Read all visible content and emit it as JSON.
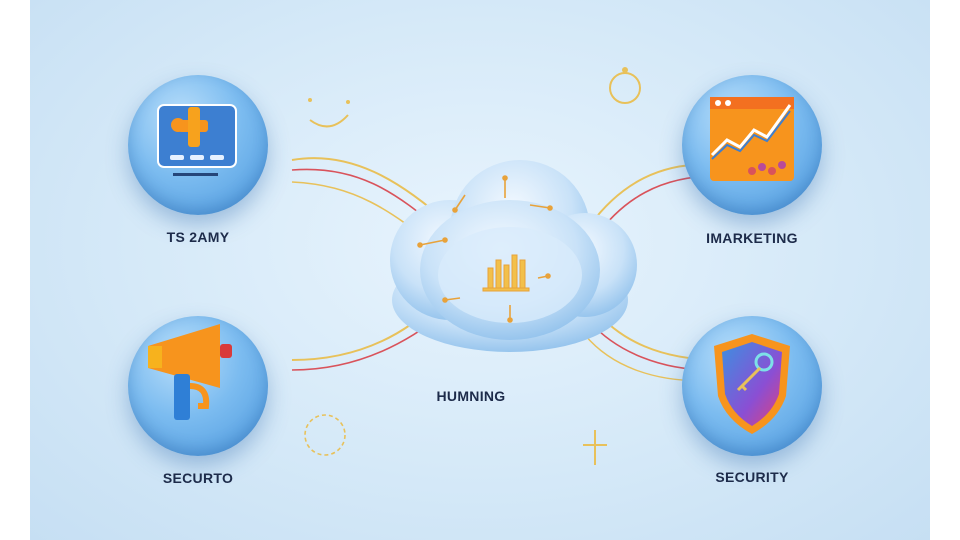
{
  "nodes": {
    "top_left": {
      "label": "TS 2AMY",
      "icon": "toolbox-icon"
    },
    "bottom_left": {
      "label": "SECURTO",
      "icon": "megaphone-icon"
    },
    "top_right": {
      "label": "IMARKETING",
      "icon": "chart-icon"
    },
    "bottom_right": {
      "label": "SECURITY",
      "icon": "shield-icon"
    }
  },
  "center": {
    "label": "HUMNING",
    "icon": "cloud-icon"
  },
  "colors": {
    "node_blue": "#4a97dd",
    "link_gold": "#e8c15a",
    "link_red": "#d9535b",
    "accent_orange": "#f7941d"
  }
}
